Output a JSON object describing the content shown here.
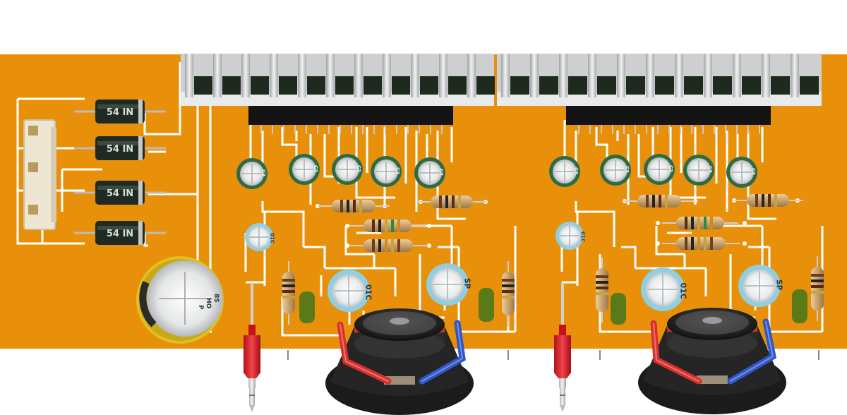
{
  "board": {
    "pcb_color": "#E8900A",
    "trace_color": "#FFFFFF",
    "heatsink_color": "#D9DADB"
  },
  "diodes": [
    {
      "marking": "54 IN"
    },
    {
      "marking": "54 IN"
    },
    {
      "marking": "54 IN"
    },
    {
      "marking": "54 IN"
    }
  ],
  "small_caps": {
    "left": [
      {
        "marking": "C3"
      },
      {
        "marking": "C3"
      },
      {
        "marking": "C3"
      },
      {
        "marking": "C3"
      },
      {
        "marking": "C3"
      }
    ],
    "right": [
      {
        "marking": "C3"
      },
      {
        "marking": "C3"
      },
      {
        "marking": "C3"
      },
      {
        "marking": "C3"
      },
      {
        "marking": "C3"
      }
    ]
  },
  "blue_caps": {
    "left": [
      {
        "marking": "01C"
      },
      {
        "marking": "01C"
      },
      {
        "marking": "SP"
      }
    ],
    "right": [
      {
        "marking": "01C"
      },
      {
        "marking": "01C"
      },
      {
        "marking": "SP"
      }
    ]
  },
  "big_cap": {
    "marking_top": "8S",
    "marking_mid": "HO",
    "marking_bottom": "P"
  },
  "icons": {
    "speaker": "speaker-icon",
    "audio_plug": "audio-jack-icon",
    "heatsink": "heatsink-icon",
    "connector": "power-connector-icon"
  }
}
